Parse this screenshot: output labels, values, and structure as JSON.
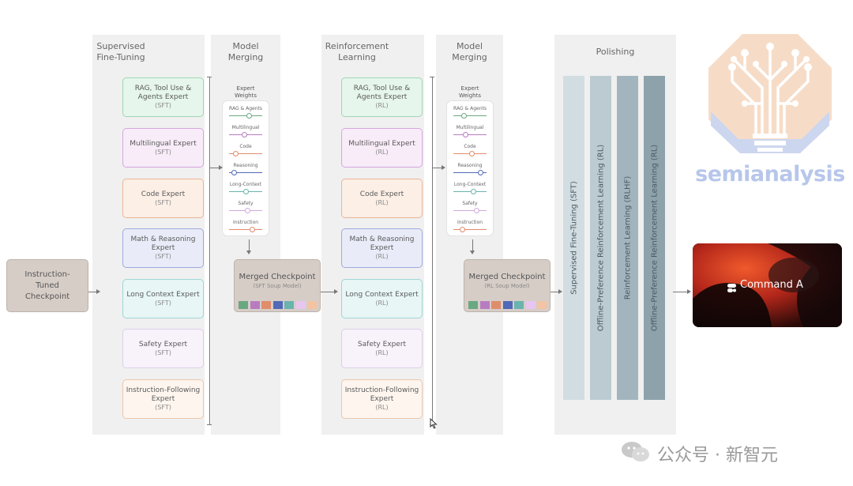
{
  "input_checkpoint": "Instruction-Tuned Checkpoint",
  "sft": {
    "title": "Supervised\nFine-Tuning",
    "experts": [
      {
        "name": "RAG, Tool Use &\nAgents  Expert",
        "tag": "(SFT)",
        "bg": "#e6f6ec",
        "border": "#9fd6b2"
      },
      {
        "name": "Multilingual Expert",
        "tag": "(SFT)",
        "bg": "#f7ecf8",
        "border": "#d7a6de"
      },
      {
        "name": "Code Expert",
        "tag": "(SFT)",
        "bg": "#fcefe6",
        "border": "#eab595"
      },
      {
        "name": "Math & Reasoning\nExpert",
        "tag": "(SFT)",
        "bg": "#e9ecf8",
        "border": "#9ea9dc"
      },
      {
        "name": "Long Context Expert",
        "tag": "(SFT)",
        "bg": "#e8f6f6",
        "border": "#9fd5d3"
      },
      {
        "name": "Safety Expert",
        "tag": "(SFT)",
        "bg": "#f8f2fb",
        "border": "#ddcfe8"
      },
      {
        "name": "Instruction-Following\nExpert",
        "tag": "(SFT)",
        "bg": "#fdf5ee",
        "border": "#ebc7ad"
      }
    ]
  },
  "merge1": {
    "title": "Model\nMerging",
    "weights_title": "Expert\nWeights",
    "weights": [
      {
        "label": "RAG & Agents",
        "value": 0.6,
        "color": "#6aa882"
      },
      {
        "label": "Multilingual",
        "value": 0.45,
        "color": "#b77cc0"
      },
      {
        "label": "Code",
        "value": 0.2,
        "color": "#e08d6b"
      },
      {
        "label": "Reasoning",
        "value": 0.15,
        "color": "#5268b8"
      },
      {
        "label": "Long-Context",
        "value": 0.5,
        "color": "#6ab3ae"
      },
      {
        "label": "Safety",
        "value": 0.55,
        "color": "#d1a9df"
      },
      {
        "label": "Instruction",
        "value": 0.7,
        "color": "#e28a6c"
      }
    ],
    "checkpoint": "Merged Checkpoint",
    "checkpoint_sub": "(SFT Soup Model)"
  },
  "rl": {
    "title": "Reinforcement\nLearning",
    "experts": [
      {
        "name": "RAG, Tool Use &\nAgents  Expert",
        "tag": "(RL)",
        "bg": "#e6f6ec",
        "border": "#9fd6b2"
      },
      {
        "name": "Multilingual Expert",
        "tag": "(RL)",
        "bg": "#f7ecf8",
        "border": "#d7a6de"
      },
      {
        "name": "Code Expert",
        "tag": "(RL)",
        "bg": "#fcefe6",
        "border": "#eab595"
      },
      {
        "name": "Math & Reasoning\nExpert",
        "tag": "(RL)",
        "bg": "#e9ecf8",
        "border": "#9ea9dc"
      },
      {
        "name": "Long Context Expert",
        "tag": "(RL)",
        "bg": "#e8f6f6",
        "border": "#9fd5d3"
      },
      {
        "name": "Safety Expert",
        "tag": "(RL)",
        "bg": "#f8f2fb",
        "border": "#ddcfe8"
      },
      {
        "name": "Instruction-Following\nExpert",
        "tag": "(RL)",
        "bg": "#fdf5ee",
        "border": "#ebc7ad"
      }
    ]
  },
  "merge2": {
    "title": "Model\nMerging",
    "weights_title": "Expert\nWeights",
    "weights": [
      {
        "label": "RAG & Agents",
        "value": 0.3,
        "color": "#6aa882"
      },
      {
        "label": "Multilingual",
        "value": 0.35,
        "color": "#b77cc0"
      },
      {
        "label": "Code",
        "value": 0.55,
        "color": "#e08d6b"
      },
      {
        "label": "Reasoning",
        "value": 0.8,
        "color": "#5268b8"
      },
      {
        "label": "Long-Context",
        "value": 0.6,
        "color": "#6ab3ae"
      },
      {
        "label": "Safety",
        "value": 0.7,
        "color": "#d1a9df"
      },
      {
        "label": "Instruction",
        "value": 0.25,
        "color": "#e28a6c"
      }
    ],
    "checkpoint": "Merged Checkpoint",
    "checkpoint_sub": "(RL Soup Model)"
  },
  "soup_colors": [
    "#6aa882",
    "#b77cc0",
    "#e08d6b",
    "#5268b8",
    "#6ab3ae",
    "#e8c6ef",
    "#f3c3a2"
  ],
  "polishing": {
    "title": "Polishing",
    "stages": [
      {
        "label": "Supervised Fine-Tuning (SFT)",
        "color": "#d2dde2"
      },
      {
        "label": "Offline-Preference Reinforcement Learning (RL)",
        "color": "#bccbd2"
      },
      {
        "label": "Reinforcement Learning (RLHF)",
        "color": "#a2b5bf"
      },
      {
        "label": "Offline-Preference Reinforcement Learning (RL)",
        "color": "#8ea2ac"
      }
    ]
  },
  "logo_text": "semianalysis",
  "output": "Command A",
  "watermark": "公众号 · 新智元"
}
